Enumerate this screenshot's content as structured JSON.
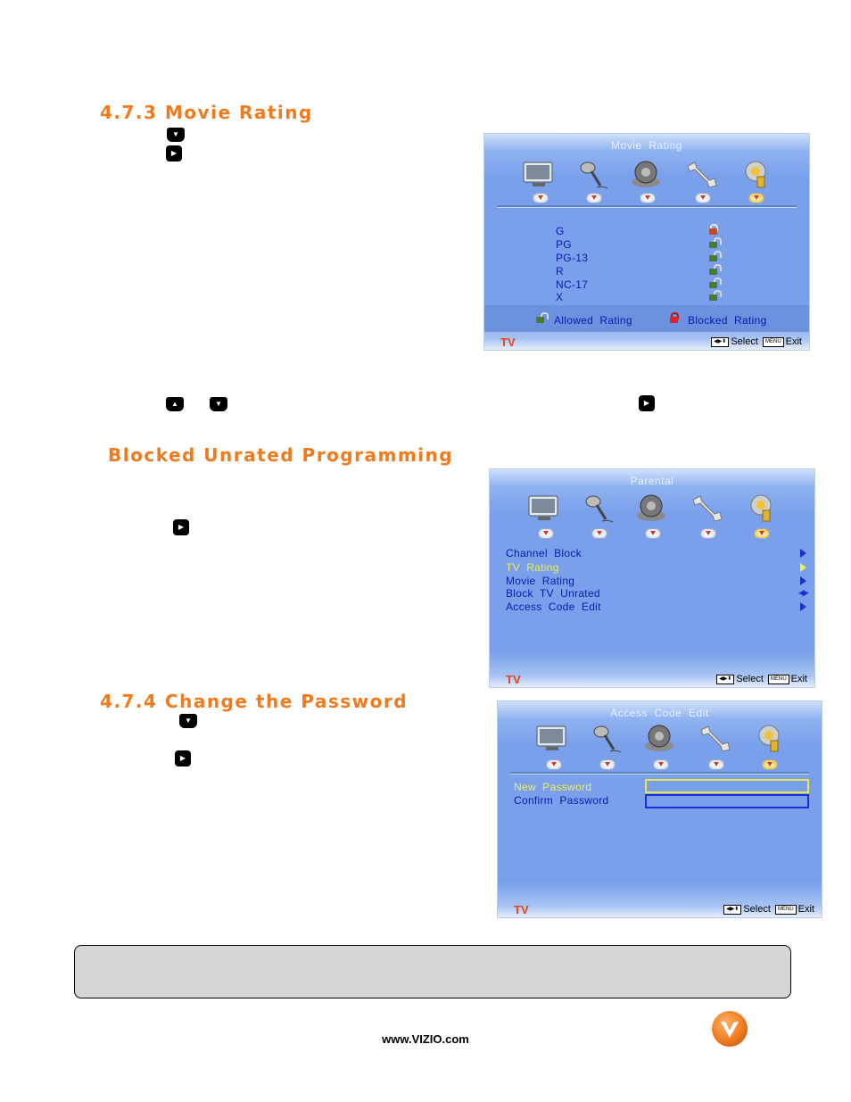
{
  "headings": {
    "movie_rating": "4.7.3  Movie Rating",
    "blocked_unrated": "Blocked Unrated Programming",
    "change_password": "4.7.4 Change the Password"
  },
  "icons": [
    "tv-monitor-icon",
    "satellite-dish-icon",
    "speaker-icon",
    "wrench-icon",
    "lock-gear-icon"
  ],
  "movie_rating_screen": {
    "title": "Movie  Rating",
    "ratings": [
      "G",
      "PG",
      "PG-13",
      "R",
      "NC-17",
      "X"
    ],
    "rating_states": [
      "blocked",
      "allowed",
      "allowed",
      "allowed",
      "allowed",
      "allowed"
    ],
    "legend_allowed": "Allowed  Rating",
    "legend_blocked": "Blocked  Rating",
    "footer_left": "TV",
    "footer_select": "Select",
    "footer_exit": "Exit",
    "menu_key": "MENU"
  },
  "parental_screen": {
    "title": "Parental",
    "items": [
      "Channel  Block",
      "TV  Rating",
      "Movie  Rating",
      "Block  TV  Unrated",
      "Access  Code  Edit"
    ],
    "highlighted_index": 1,
    "footer_left": "TV",
    "footer_select": "Select",
    "footer_exit": "Exit",
    "menu_key": "MENU"
  },
  "access_code_screen": {
    "title": "Access  Code  Edit",
    "new_password_label": "New  Password",
    "confirm_password_label": "Confirm  Password",
    "new_password_value": "",
    "confirm_password_value": "",
    "footer_left": "TV",
    "footer_select": "Select",
    "footer_exit": "Exit",
    "menu_key": "MENU"
  },
  "footer": {
    "url": "www.VIZIO.com",
    "logo_letter": "V"
  },
  "colors": {
    "heading": "#f07a1c",
    "menu_text": "#0a1aa8",
    "highlight": "#f2f04a",
    "tv_label": "#e8411b"
  }
}
